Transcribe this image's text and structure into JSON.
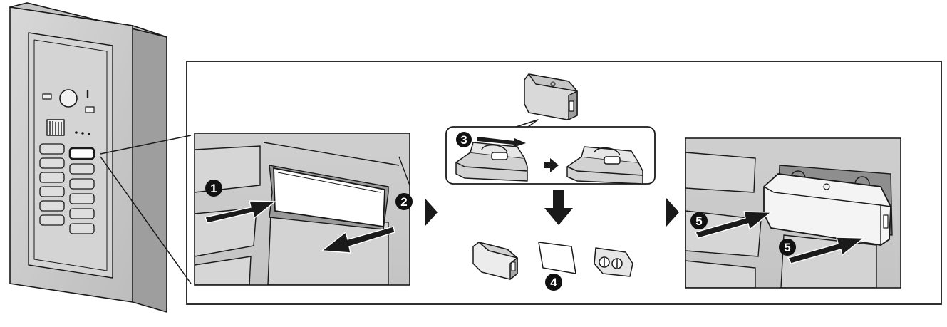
{
  "steps": [
    {
      "id": "step-1",
      "number": "1"
    },
    {
      "id": "step-2",
      "number": "2"
    },
    {
      "id": "step-3",
      "number": "3"
    },
    {
      "id": "step-4",
      "number": "4"
    },
    {
      "id": "step-5a",
      "number": "5"
    },
    {
      "id": "step-5b",
      "number": "5"
    }
  ],
  "colors": {
    "line": "#1a1a1a",
    "panel_fill": "#dcdcdc",
    "panel_dark": "#b4b4b4",
    "paper": "#ffffff",
    "badge": "#111111"
  },
  "icons": {
    "flow_arrow": "triangle-right",
    "transform_arrow": "arrow-right",
    "down_arrow": "arrow-down"
  }
}
